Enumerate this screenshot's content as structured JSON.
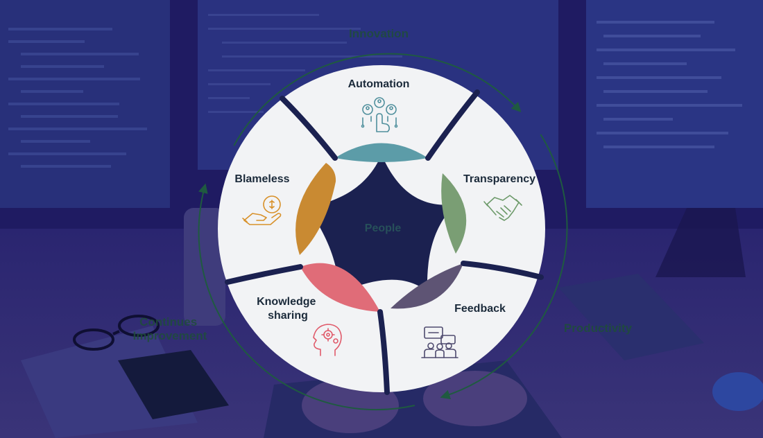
{
  "diagram": {
    "center_label": "People",
    "segments": [
      {
        "label_lines": [
          "Automation"
        ],
        "icon": "automation-hand-icon",
        "petal_color": "#5c9ca8",
        "icon_color": "#4f8f9c"
      },
      {
        "label_lines": [
          "Transparency"
        ],
        "icon": "handshake-icon",
        "petal_color": "#7a9e74",
        "icon_color": "#6d9a6a"
      },
      {
        "label_lines": [
          "Feedback"
        ],
        "icon": "team-feedback-icon",
        "petal_color": "#5e5474",
        "icon_color": "#4e4a6e"
      },
      {
        "label_lines": [
          "Knowledge",
          "sharing"
        ],
        "icon": "head-gears-icon",
        "petal_color": "#e06c78",
        "icon_color": "#e05a6a"
      },
      {
        "label_lines": [
          "Blameless"
        ],
        "icon": "hand-coin-icon",
        "petal_color": "#c98a32",
        "icon_color": "#d8912a"
      }
    ],
    "cycle_labels": [
      {
        "lines": [
          "Innovation"
        ]
      },
      {
        "lines": [
          "Productivity"
        ]
      },
      {
        "lines": [
          "Continues",
          "Improvement"
        ]
      }
    ],
    "colors": {
      "background": "#1e1a5e",
      "wheel": "#f2f3f5",
      "cycle_arrow": "#1f5a40"
    }
  }
}
